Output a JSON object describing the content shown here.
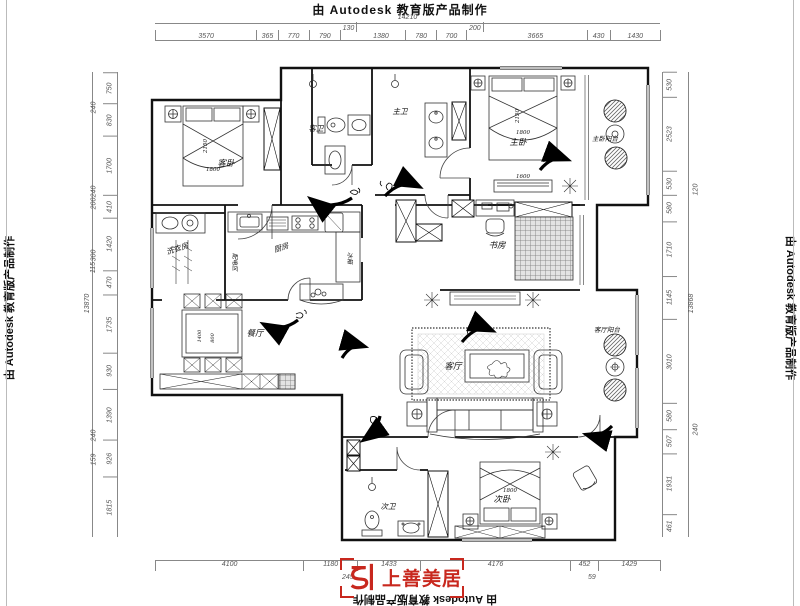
{
  "border": {
    "title": "由 Autodesk 教育版产品制作"
  },
  "logo": {
    "brand": "上善美居"
  },
  "dims": {
    "top_total": "14210",
    "top": [
      "3570",
      "365",
      "770",
      "790",
      "130",
      "1380",
      "780",
      "700",
      "200",
      "3665",
      "430",
      "1430"
    ],
    "left_total": "13870",
    "left": [
      "750",
      "830",
      "1700",
      "410",
      "1420",
      "470",
      "1735",
      "930",
      "1390",
      "926",
      "1815"
    ],
    "left_outer": [
      "240",
      "240",
      "200",
      "300",
      "115",
      "240",
      "159"
    ],
    "right_total": "13868",
    "right": [
      "530",
      "2523",
      "530",
      "580",
      "1710",
      "1145",
      "3010",
      "580",
      "507",
      "1931",
      "461"
    ],
    "right_outer": [
      "120",
      "240"
    ],
    "bottom": [
      "4100",
      "1180",
      "1433",
      "4176",
      "452",
      "1429"
    ],
    "bottom_row2": [
      "245",
      "59"
    ]
  },
  "rooms": {
    "guest_bedroom": "客卧",
    "guest_bath": "客卫",
    "master_bath": "主卫",
    "master_bedroom": "主卧",
    "master_balcony": "主卧阳台",
    "study": "书房",
    "laundry": "洗衣房",
    "power_area": "配电区",
    "kitchen": "厨房",
    "fridge": "冰箱",
    "dining": "餐厅",
    "living": "客厅",
    "living_balcony": "客厅阳台",
    "second_bath": "次卫",
    "second_bedroom": "次卧"
  },
  "furniture": {
    "guest_bed_w": "2150",
    "guest_bed_l": "1800",
    "master_bed_w": "2150",
    "master_bed_l": "1800",
    "master_tv": "1600",
    "second_bed": "1800",
    "dining_w": "1400",
    "dining_l": "800"
  }
}
